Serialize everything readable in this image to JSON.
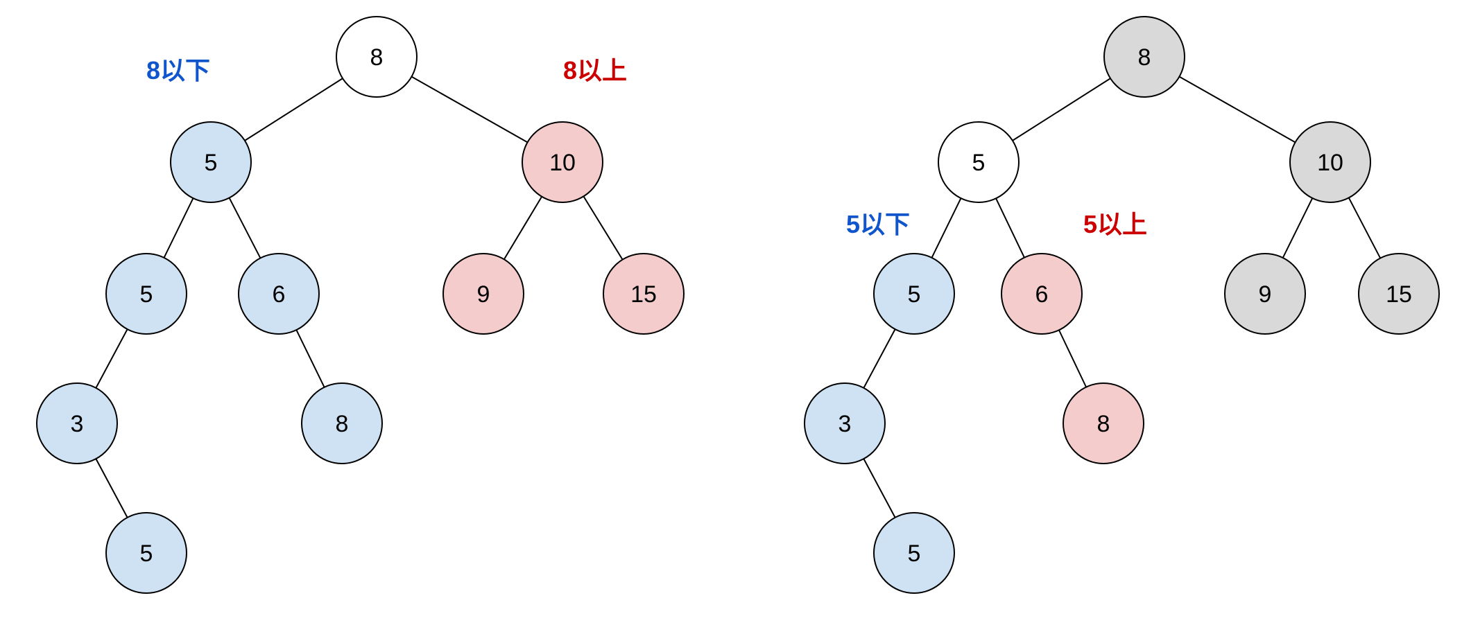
{
  "colors": {
    "white": "#ffffff",
    "blue": "#cfe2f3",
    "red": "#f4cccc",
    "gray": "#d9d9d9",
    "stroke": "#000000",
    "label_blue": "#1155cc",
    "label_red": "#cc0000"
  },
  "trees": [
    {
      "nodes": [
        {
          "id": "L8",
          "label": "8",
          "fill": "white"
        },
        {
          "id": "L5a",
          "label": "5",
          "fill": "blue"
        },
        {
          "id": "L10",
          "label": "10",
          "fill": "red"
        },
        {
          "id": "L5b",
          "label": "5",
          "fill": "blue"
        },
        {
          "id": "L6",
          "label": "6",
          "fill": "blue"
        },
        {
          "id": "L9",
          "label": "9",
          "fill": "red"
        },
        {
          "id": "L15",
          "label": "15",
          "fill": "red"
        },
        {
          "id": "L3",
          "label": "3",
          "fill": "blue"
        },
        {
          "id": "L8b",
          "label": "8",
          "fill": "blue"
        },
        {
          "id": "L5c",
          "label": "5",
          "fill": "blue"
        }
      ],
      "edges": [
        [
          "L8",
          "L5a"
        ],
        [
          "L8",
          "L10"
        ],
        [
          "L5a",
          "L5b"
        ],
        [
          "L5a",
          "L6"
        ],
        [
          "L10",
          "L9"
        ],
        [
          "L10",
          "L15"
        ],
        [
          "L5b",
          "L3"
        ],
        [
          "L6",
          "L8b"
        ],
        [
          "L3",
          "L5c"
        ]
      ],
      "labels": [
        {
          "id": "left-below",
          "text": "8以下",
          "color": "label_blue"
        },
        {
          "id": "left-above",
          "text": "8以上",
          "color": "label_red"
        }
      ]
    },
    {
      "nodes": [
        {
          "id": "R8",
          "label": "8",
          "fill": "gray"
        },
        {
          "id": "R5a",
          "label": "5",
          "fill": "white"
        },
        {
          "id": "R10",
          "label": "10",
          "fill": "gray"
        },
        {
          "id": "R5b",
          "label": "5",
          "fill": "blue"
        },
        {
          "id": "R6",
          "label": "6",
          "fill": "red"
        },
        {
          "id": "R9",
          "label": "9",
          "fill": "gray"
        },
        {
          "id": "R15",
          "label": "15",
          "fill": "gray"
        },
        {
          "id": "R3",
          "label": "3",
          "fill": "blue"
        },
        {
          "id": "R8b",
          "label": "8",
          "fill": "red"
        },
        {
          "id": "R5c",
          "label": "5",
          "fill": "blue"
        }
      ],
      "edges": [
        [
          "R8",
          "R5a"
        ],
        [
          "R8",
          "R10"
        ],
        [
          "R5a",
          "R5b"
        ],
        [
          "R5a",
          "R6"
        ],
        [
          "R10",
          "R9"
        ],
        [
          "R10",
          "R15"
        ],
        [
          "R5b",
          "R3"
        ],
        [
          "R6",
          "R8b"
        ],
        [
          "R3",
          "R5c"
        ]
      ],
      "labels": [
        {
          "id": "right-below",
          "text": "5以下",
          "color": "label_blue"
        },
        {
          "id": "right-above",
          "text": "5以上",
          "color": "label_red"
        }
      ]
    }
  ]
}
